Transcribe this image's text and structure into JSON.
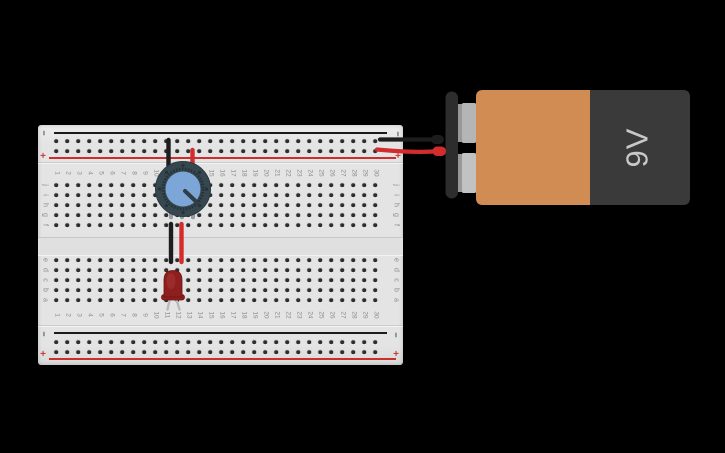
{
  "breadboard": {
    "column_numbers": [
      "1",
      "2",
      "3",
      "4",
      "5",
      "6",
      "7",
      "8",
      "9",
      "10",
      "11",
      "12",
      "13",
      "14",
      "15",
      "16",
      "17",
      "18",
      "19",
      "20",
      "21",
      "22",
      "23",
      "24",
      "25",
      "26",
      "27",
      "28",
      "29",
      "30"
    ],
    "row_letters_top": [
      "j",
      "i",
      "h",
      "g",
      "f"
    ],
    "row_letters_bottom": [
      "e",
      "d",
      "c",
      "b",
      "a"
    ],
    "rail_labels": {
      "minus": "–",
      "plus": "+"
    }
  },
  "battery": {
    "label": "9V"
  },
  "components": {
    "potentiometer": {
      "ring_color": "#36474f",
      "knob_color": "#7ca6d8"
    },
    "led": {
      "body_color": "#8e1f1f"
    },
    "wire_colors": {
      "black": "#1d1d1d",
      "red": "#d22c2c"
    }
  },
  "css_vars": {
    "--bg": "#000000",
    "--board": "#e4e4e4",
    "--hole": "#2e2e2e",
    "--label": "#8a8a8a",
    "--line-neg": "#1b1b1b",
    "--line-pos": "#cc2d2d",
    "--wire-black": "#1d1d1d",
    "--wire-red": "#d22c2c",
    "--pot-ring": "#36474f",
    "--pot-knob": "#7ca6d8",
    "--pot-detail": "#263238",
    "--pin": "#9aa1a7",
    "--led-body": "#8e1f1f",
    "--led-edge": "#6e1313",
    "--battery-dark": "#3a3a3a",
    "--battery-orange": "#d08c52",
    "--battery-clip": "#2d2d2d",
    "--terminal-a": "#b5b5b5",
    "--terminal-b": "#989898",
    "--battery-text": "#c8c8c8",
    "--plus": "#cc3a3a",
    "--minus": "#3f3f3f"
  }
}
